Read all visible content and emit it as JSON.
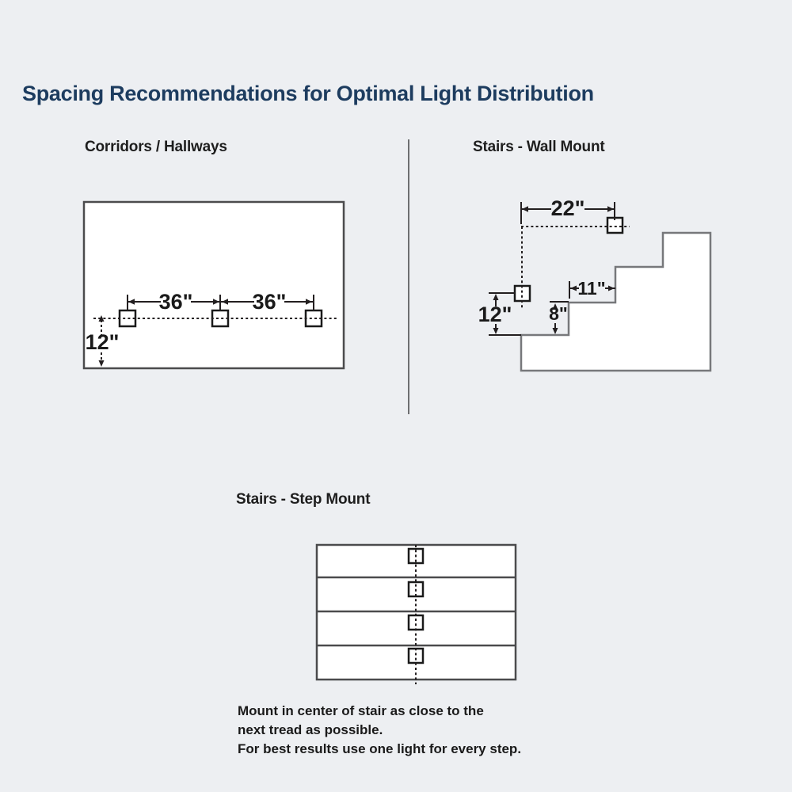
{
  "title": "Spacing Recommendations for Optimal Light Distribution",
  "sections": {
    "corridors": {
      "heading": "Corridors / Hallways",
      "dims": {
        "spacing_a": "36\"",
        "spacing_b": "36\"",
        "height_from_floor": "12\""
      }
    },
    "stairs_wall": {
      "heading": "Stairs - Wall Mount",
      "dims": {
        "horizontal_spacing": "22\"",
        "tread_depth": "11\"",
        "mount_height": "12\"",
        "riser_height": "8\""
      }
    },
    "stairs_step": {
      "heading": "Stairs - Step Mount",
      "note": [
        "Mount in center of stair as close to the",
        "next tread as possible.",
        "For best results use one light for every step."
      ]
    }
  },
  "colors": {
    "background": "#edeff2",
    "title": "#1d3c5f",
    "heading_text": "#1e1e1e",
    "dimension_lines": "#231f20",
    "outline_boxes": "#4b4b4d",
    "stair_profile": "#77787b",
    "divider": "#6e6f71",
    "diagram_fill": "#ffffff"
  }
}
